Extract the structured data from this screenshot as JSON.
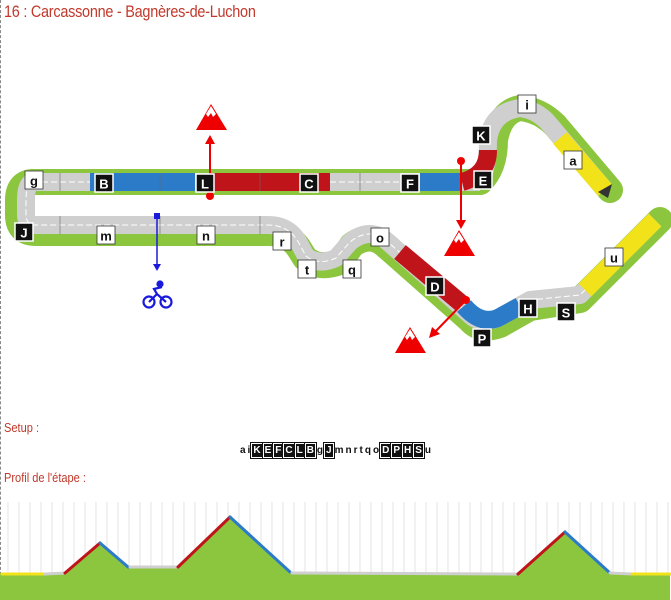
{
  "stage_title": "16 : Carcassonne - Bagnères-de-Luchon",
  "setup_heading": "Setup :",
  "profile_heading": "Profil de l'étape :",
  "colors": {
    "flat": "#cfcfcf",
    "climb": "#c0141b",
    "descent": "#2b7bc9",
    "sprint": "#f2e21a",
    "grass": "#8cc63f",
    "accent": "#c0392b",
    "rider": "#1a1adc"
  },
  "tile_labels": [
    {
      "id": "g",
      "dark": false
    },
    {
      "id": "B",
      "dark": true
    },
    {
      "id": "L",
      "dark": true
    },
    {
      "id": "C",
      "dark": true
    },
    {
      "id": "F",
      "dark": true
    },
    {
      "id": "E",
      "dark": true
    },
    {
      "id": "K",
      "dark": true
    },
    {
      "id": "i",
      "dark": false
    },
    {
      "id": "a",
      "dark": false
    },
    {
      "id": "J",
      "dark": true
    },
    {
      "id": "m",
      "dark": false
    },
    {
      "id": "n",
      "dark": false
    },
    {
      "id": "r",
      "dark": false
    },
    {
      "id": "t",
      "dark": false
    },
    {
      "id": "q",
      "dark": false
    },
    {
      "id": "o",
      "dark": false
    },
    {
      "id": "D",
      "dark": true
    },
    {
      "id": "P",
      "dark": true
    },
    {
      "id": "H",
      "dark": true
    },
    {
      "id": "S",
      "dark": true
    },
    {
      "id": "u",
      "dark": false
    }
  ],
  "setup_sequence": [
    {
      "t": "a",
      "dark": false
    },
    {
      "t": "i",
      "dark": false
    },
    {
      "t": "K",
      "dark": true
    },
    {
      "t": "E",
      "dark": true
    },
    {
      "t": "F",
      "dark": true
    },
    {
      "t": "C",
      "dark": true
    },
    {
      "t": "L",
      "dark": true
    },
    {
      "t": "B",
      "dark": true
    },
    {
      "t": "g",
      "dark": false
    },
    {
      "t": "J",
      "dark": true
    },
    {
      "t": "m",
      "dark": false
    },
    {
      "t": "n",
      "dark": false
    },
    {
      "t": "r",
      "dark": false
    },
    {
      "t": "t",
      "dark": false
    },
    {
      "t": "q",
      "dark": false
    },
    {
      "t": "o",
      "dark": false
    },
    {
      "t": "D",
      "dark": true
    },
    {
      "t": "P",
      "dark": true
    },
    {
      "t": "H",
      "dark": true
    },
    {
      "t": "S",
      "dark": true
    },
    {
      "t": "u",
      "dark": false
    }
  ],
  "icons": [
    "mountain-icon",
    "cyclist-icon",
    "finish-arrow-icon"
  ]
}
